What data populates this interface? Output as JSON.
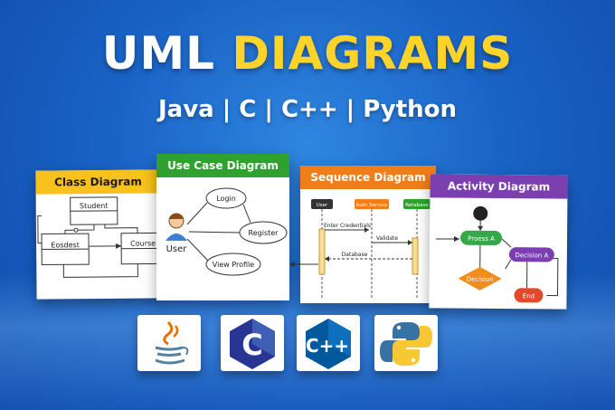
{
  "title": {
    "part1": "UML",
    "part2": "DIAGRAMS"
  },
  "subtitle": "Java | C | C++ | Python",
  "colors": {
    "class": "#f6c21b",
    "usecase": "#2fa12f",
    "sequence": "#ef7d19",
    "activity": "#7c3fb0",
    "title_accent": "#ffd42a"
  },
  "class_diagram": {
    "header": "Class Diagram",
    "classes": [
      "Student",
      "Eosdest",
      "Course"
    ]
  },
  "usecase_diagram": {
    "header": "Use Case Diagram",
    "actor": "User",
    "cases": [
      "Login",
      "Register",
      "View Profile"
    ]
  },
  "sequence_diagram": {
    "header": "Sequence Diagram",
    "lifelines": [
      "User",
      "Auth Service",
      "Retabase"
    ],
    "messages": [
      "Enter Credentials",
      "Validate",
      "Database"
    ]
  },
  "activity_diagram": {
    "header": "Activity Diagram",
    "nodes": [
      "Proess A",
      "Decision A",
      "Decision",
      "End"
    ]
  },
  "badges": [
    {
      "icon": "java-icon"
    },
    {
      "icon": "c-icon",
      "label": "C"
    },
    {
      "icon": "cpp-icon",
      "label": "C++"
    },
    {
      "icon": "python-icon"
    }
  ]
}
